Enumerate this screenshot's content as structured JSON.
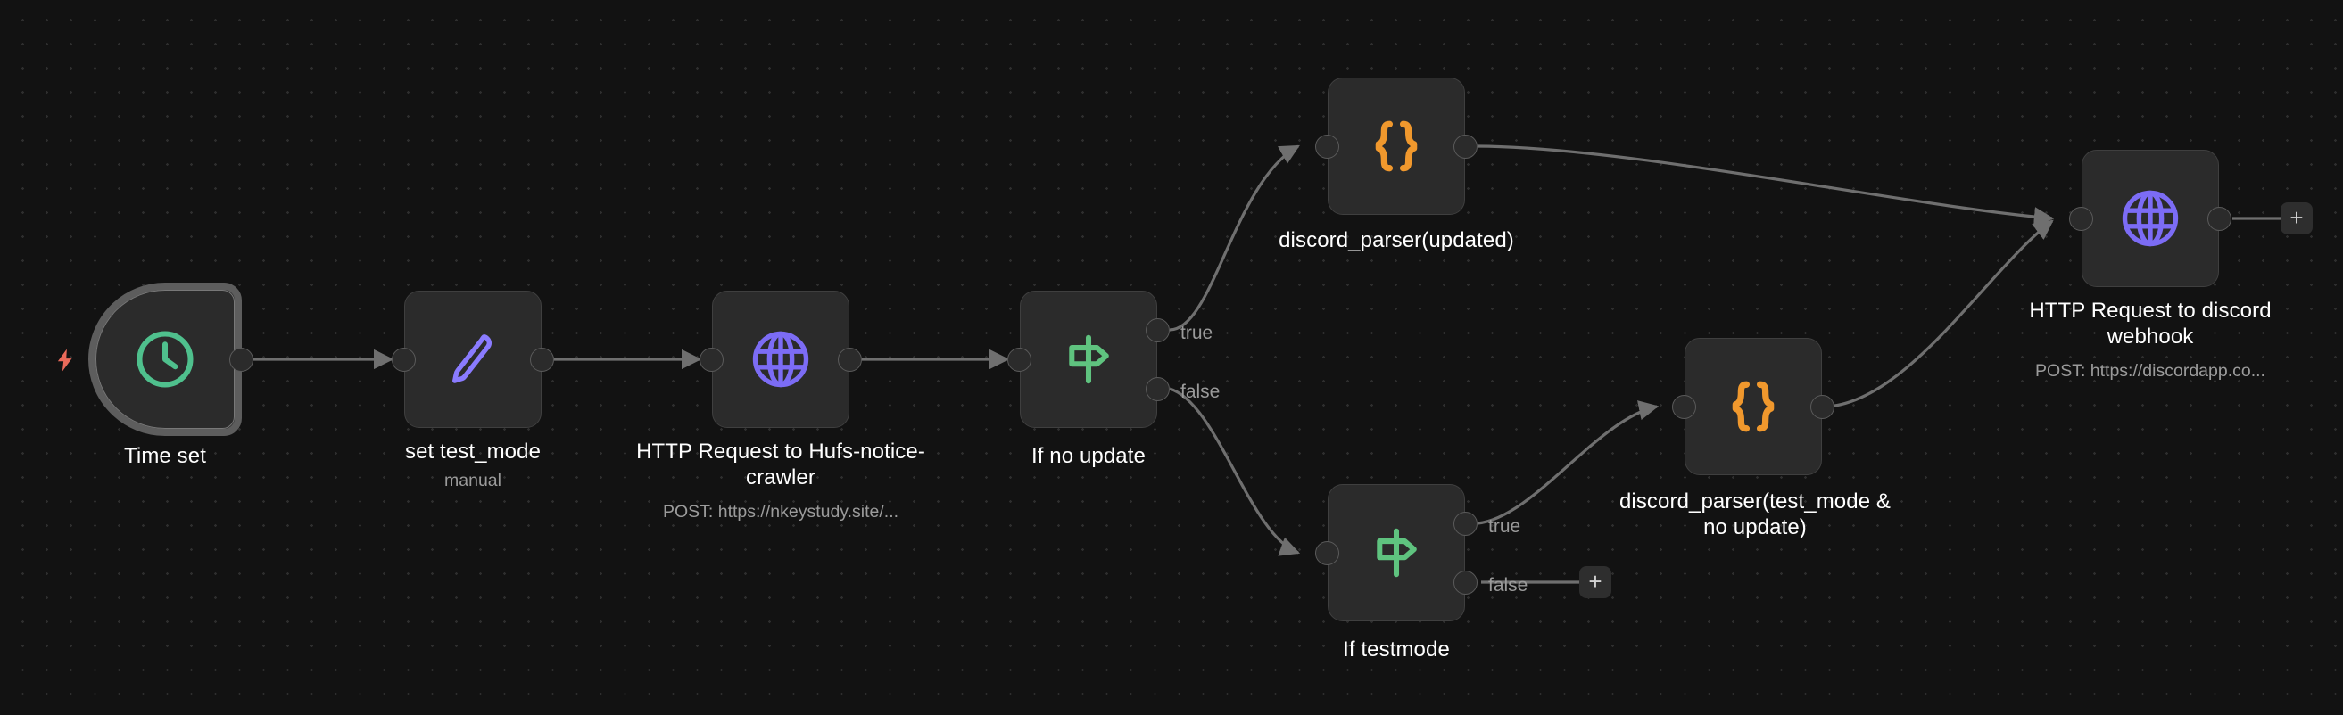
{
  "canvas": {
    "background_color": "#121212",
    "grid_dot_color": "#2e2e2e",
    "node_fill": "#2b2b2b",
    "node_border": "#3f3f3f",
    "edge_color": "#707070"
  },
  "palette": {
    "trigger_accent": "#4fc08d",
    "set_accent": "#8a7bff",
    "http_accent": "#7c6cf5",
    "if_accent": "#5fc37f",
    "code_accent": "#f0982d",
    "bolt_accent": "#ea6a5a"
  },
  "nodes": [
    {
      "id": "time-set",
      "kind": "trigger",
      "icon": "clock-icon",
      "label": "Time set",
      "subtitle": "",
      "outputs": []
    },
    {
      "id": "set-test-mode",
      "kind": "action",
      "icon": "pencil-icon",
      "label": "set test_mode",
      "subtitle": "manual",
      "outputs": []
    },
    {
      "id": "http-request-hufs",
      "kind": "action",
      "icon": "globe-icon",
      "label": "HTTP Request to Hufs-notice-crawler",
      "subtitle": "POST: https://nkeystudy.site/...",
      "outputs": []
    },
    {
      "id": "if-no-update",
      "kind": "if",
      "icon": "signpost-icon",
      "label": "If no update",
      "subtitle": "",
      "outputs": [
        "true",
        "false"
      ]
    },
    {
      "id": "discord-parser-updated",
      "kind": "code",
      "icon": "curly-braces-icon",
      "label": "discord_parser(updated)",
      "subtitle": "",
      "outputs": []
    },
    {
      "id": "if-testmode",
      "kind": "if",
      "icon": "signpost-icon",
      "label": "If testmode",
      "subtitle": "",
      "outputs": [
        "true",
        "false"
      ]
    },
    {
      "id": "discord-parser-testmode",
      "kind": "code",
      "icon": "curly-braces-icon",
      "label": "discord_parser(test_mode & no update)",
      "subtitle": "",
      "outputs": []
    },
    {
      "id": "http-request-discord",
      "kind": "action",
      "icon": "globe-icon",
      "label": "HTTP Request to discord webhook",
      "subtitle": "POST: https://discordapp.co...",
      "outputs": []
    }
  ],
  "add_buttons": [
    {
      "id": "add-after-discord-webhook",
      "glyph": "+"
    },
    {
      "id": "add-after-if-testmode-false",
      "glyph": "+"
    }
  ],
  "labels": {
    "branch_true": "true",
    "branch_false": "false",
    "plus": "+"
  }
}
